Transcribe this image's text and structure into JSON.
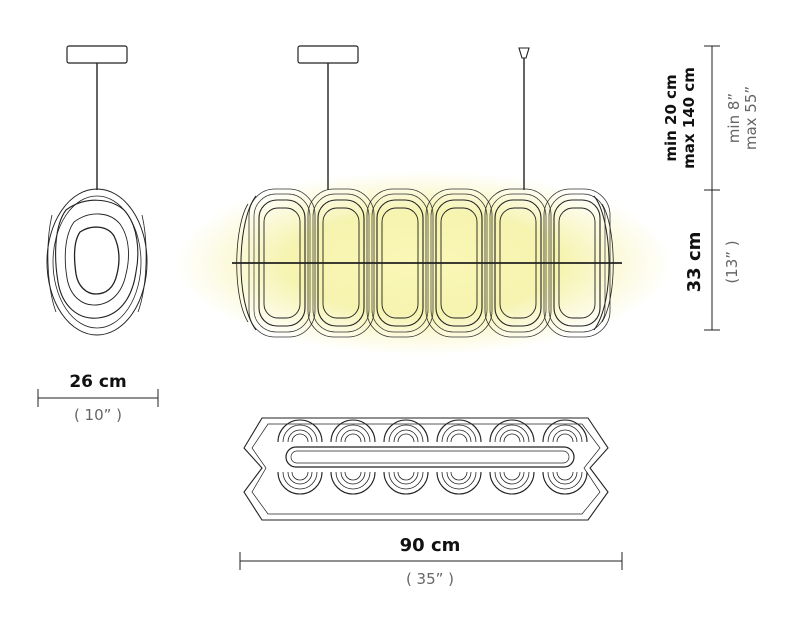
{
  "dimensions": {
    "width_side": {
      "metric": "26 cm",
      "imperial": "( 10” )"
    },
    "width_front": {
      "metric": "90 cm",
      "imperial": "( 35” )"
    },
    "height_body": {
      "metric": "33 cm",
      "imperial": "(13” )"
    },
    "suspension": {
      "metric_min": "min 20 cm",
      "metric_max": "max 140 cm",
      "imperial_min": "min 8”",
      "imperial_max": "max 55”"
    }
  },
  "colors": {
    "glow": "#f3f29c",
    "line": "#222222",
    "muted_text": "#666666"
  }
}
